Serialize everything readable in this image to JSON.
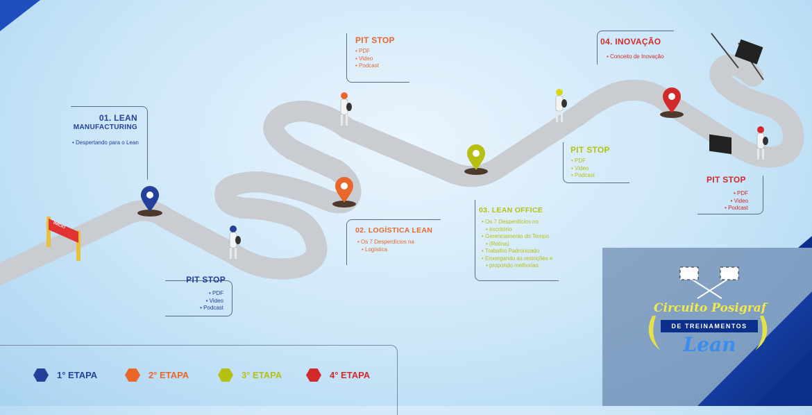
{
  "colors": {
    "blue": "#23409a",
    "orange": "#e9672b",
    "lime": "#b6bf12",
    "red": "#d22a2a",
    "navy": "#0c2f8c"
  },
  "stage1": {
    "title_line1": "01. LEAN",
    "title_line2": "MANUFACTURING",
    "items": [
      "Despertando para o Lean"
    ]
  },
  "pit1": {
    "title": "PIT STOP",
    "items": [
      "PDF",
      "Video",
      "Podcast"
    ]
  },
  "stage2": {
    "title": "02. LOGÍSTICA LEAN",
    "items": [
      "Os 7 Desperdícios na",
      "Logística"
    ]
  },
  "pit2": {
    "title": "PIT STOP",
    "items": [
      "PDF",
      "Video",
      "Podcast"
    ]
  },
  "stage3": {
    "title": "03. LEAN OFFICE",
    "items": [
      "Os 7 Desperdícios no",
      "escritório",
      "Gerenciamento do Tempo",
      "(Rotina)",
      "Trabalho Padronizado",
      "Enxergando as restrições e",
      "propondo melhorias"
    ]
  },
  "pit3": {
    "title": "PIT STOP",
    "items": [
      "PDF",
      "Video",
      "Podcast"
    ]
  },
  "stage4": {
    "title": "04. INOVAÇÃO",
    "items": [
      "Conceito de Inovação"
    ]
  },
  "pit4": {
    "title": "PIT STOP",
    "items": [
      "PDF",
      "Video",
      "Podcast"
    ]
  },
  "start_banner": "INÍCIO",
  "legend": [
    "1° ETAPA",
    "2° ETAPA",
    "3° ETAPA",
    "4° ETAPA"
  ],
  "logo": {
    "line1": "Circuito Posigraf",
    "line2": "DE TREINAMENTOS",
    "line3": "Lean"
  },
  "icons": [
    "map-pin-icon",
    "checkered-flag-icon",
    "racer-figure-icon",
    "laurel-wreath-icon"
  ]
}
